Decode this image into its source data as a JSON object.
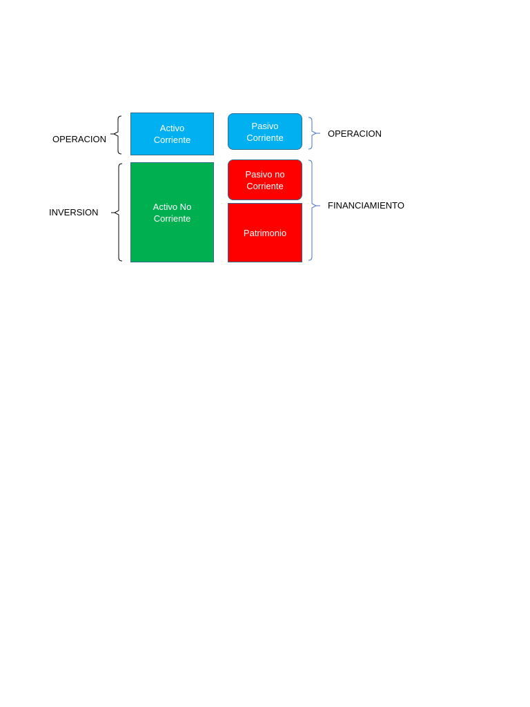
{
  "left_labels": {
    "top": "OPERACION",
    "bottom": "INVERSION"
  },
  "right_labels": {
    "top": "OPERACION",
    "bottom": "FINANCIAMIENTO"
  },
  "boxes": {
    "activo_corriente": "Activo\nCorriente",
    "activo_no_corriente": "Activo No\nCorriente",
    "pasivo_corriente": "Pasivo\nCorriente",
    "pasivo_no_corriente": "Pasivo no\nCorriente",
    "patrimonio": "Patrimonio"
  },
  "colors": {
    "corriente_blue": "#00b0f0",
    "no_corriente_green": "#00b050",
    "financiamiento_red": "#ff0000",
    "left_bracket": "#000000",
    "right_bracket": "#4472c4"
  }
}
